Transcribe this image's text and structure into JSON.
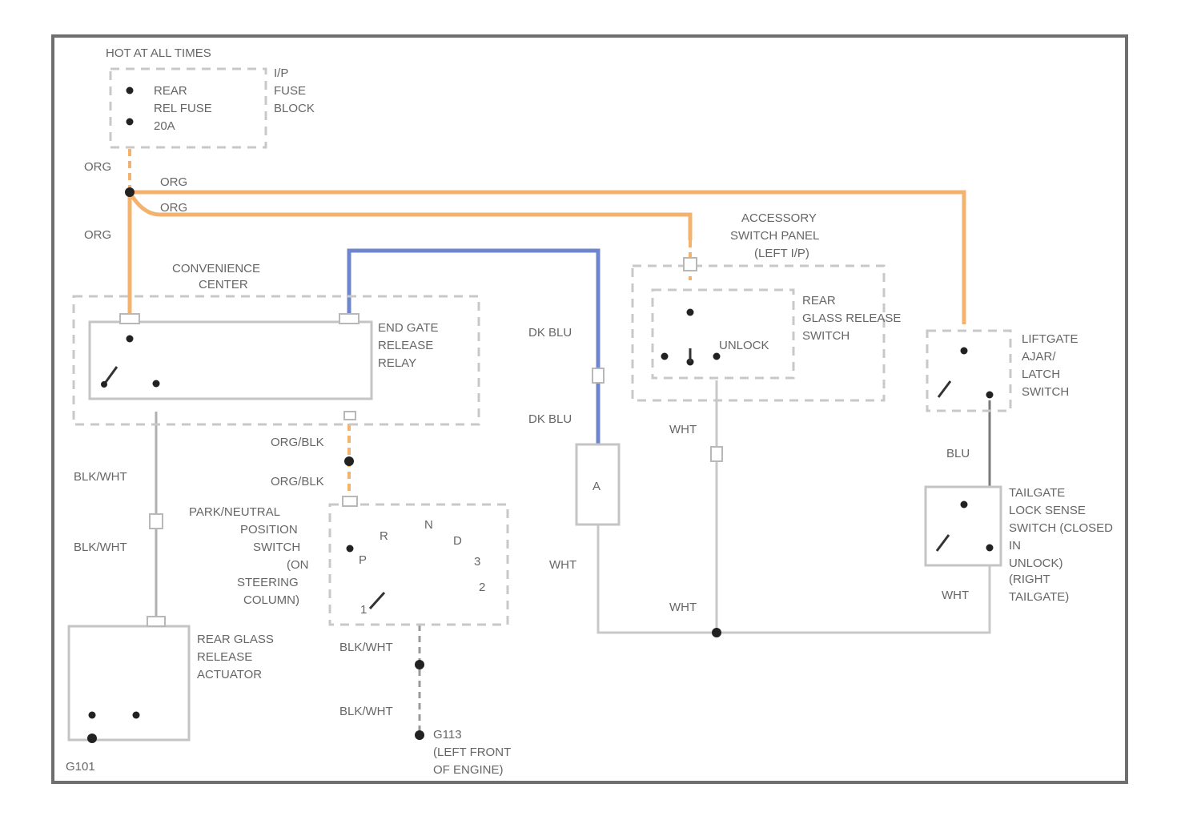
{
  "labels": {
    "hot_at_all_times": "HOT AT ALL TIMES",
    "fuse_line1": "REAR",
    "fuse_line2": "REL FUSE",
    "fuse_line3": "20A",
    "fuse_block_1": "I/P",
    "fuse_block_2": "FUSE",
    "fuse_block_3": "BLOCK",
    "org_1": "ORG",
    "org_2": "ORG",
    "org_3": "ORG",
    "org_4": "ORG",
    "conv_1": "CONVENIENCE",
    "conv_2": "CENTER",
    "relay_1": "END GATE",
    "relay_2": "RELEASE",
    "relay_3": "RELAY",
    "acc_1": "ACCESSORY",
    "acc_2": "SWITCH PANEL",
    "acc_3": "(LEFT I/P)",
    "rg_sw_1": "REAR",
    "rg_sw_2": "GLASS RELEASE",
    "rg_sw_3": "SWITCH",
    "unlock": "UNLOCK",
    "liftgate_1": "LIFTGATE",
    "liftgate_2": "AJAR/",
    "liftgate_3": "LATCH",
    "liftgate_4": "SWITCH",
    "dkblu_1": "DK BLU",
    "dkblu_2": "DK BLU",
    "connector_a": "A",
    "wht_1": "WHT",
    "wht_2": "WHT",
    "wht_3": "WHT",
    "wht_4": "WHT",
    "blu": "BLU",
    "tail_1": "TAILGATE",
    "tail_2": "LOCK SENSE",
    "tail_3": "SWITCH (CLOSED",
    "tail_4": "IN",
    "tail_5": "UNLOCK)",
    "tail_6": "(RIGHT",
    "tail_7": "TAILGATE)",
    "orgblk_1": "ORG/BLK",
    "orgblk_2": "ORG/BLK",
    "blkwht_1": "BLK/WHT",
    "blkwht_2": "BLK/WHT",
    "blkwht_3": "BLK/WHT",
    "blkwht_4": "BLK/WHT",
    "pn_1": "PARK/NEUTRAL",
    "pn_2": "POSITION",
    "pn_3": "SWITCH",
    "pn_4": "(ON",
    "pn_5": "STEERING",
    "pn_6": "COLUMN)",
    "pn_p": "P",
    "pn_r": "R",
    "pn_n": "N",
    "pn_d": "D",
    "pn_3g": "3",
    "pn_2g": "2",
    "pn_1g": "1",
    "act_1": "REAR GLASS",
    "act_2": "RELEASE",
    "act_3": "ACTUATOR",
    "ground_label": "G101",
    "g1_1": "G113",
    "g1_2": "(LEFT FRONT",
    "g1_3": "OF ENGINE)"
  },
  "colors": {
    "orange_wire": "#f3b36e",
    "dark_blue_wire": "#6f86cc",
    "gray_wire": "#b0b0b0",
    "frame": "#6e6e6e"
  }
}
